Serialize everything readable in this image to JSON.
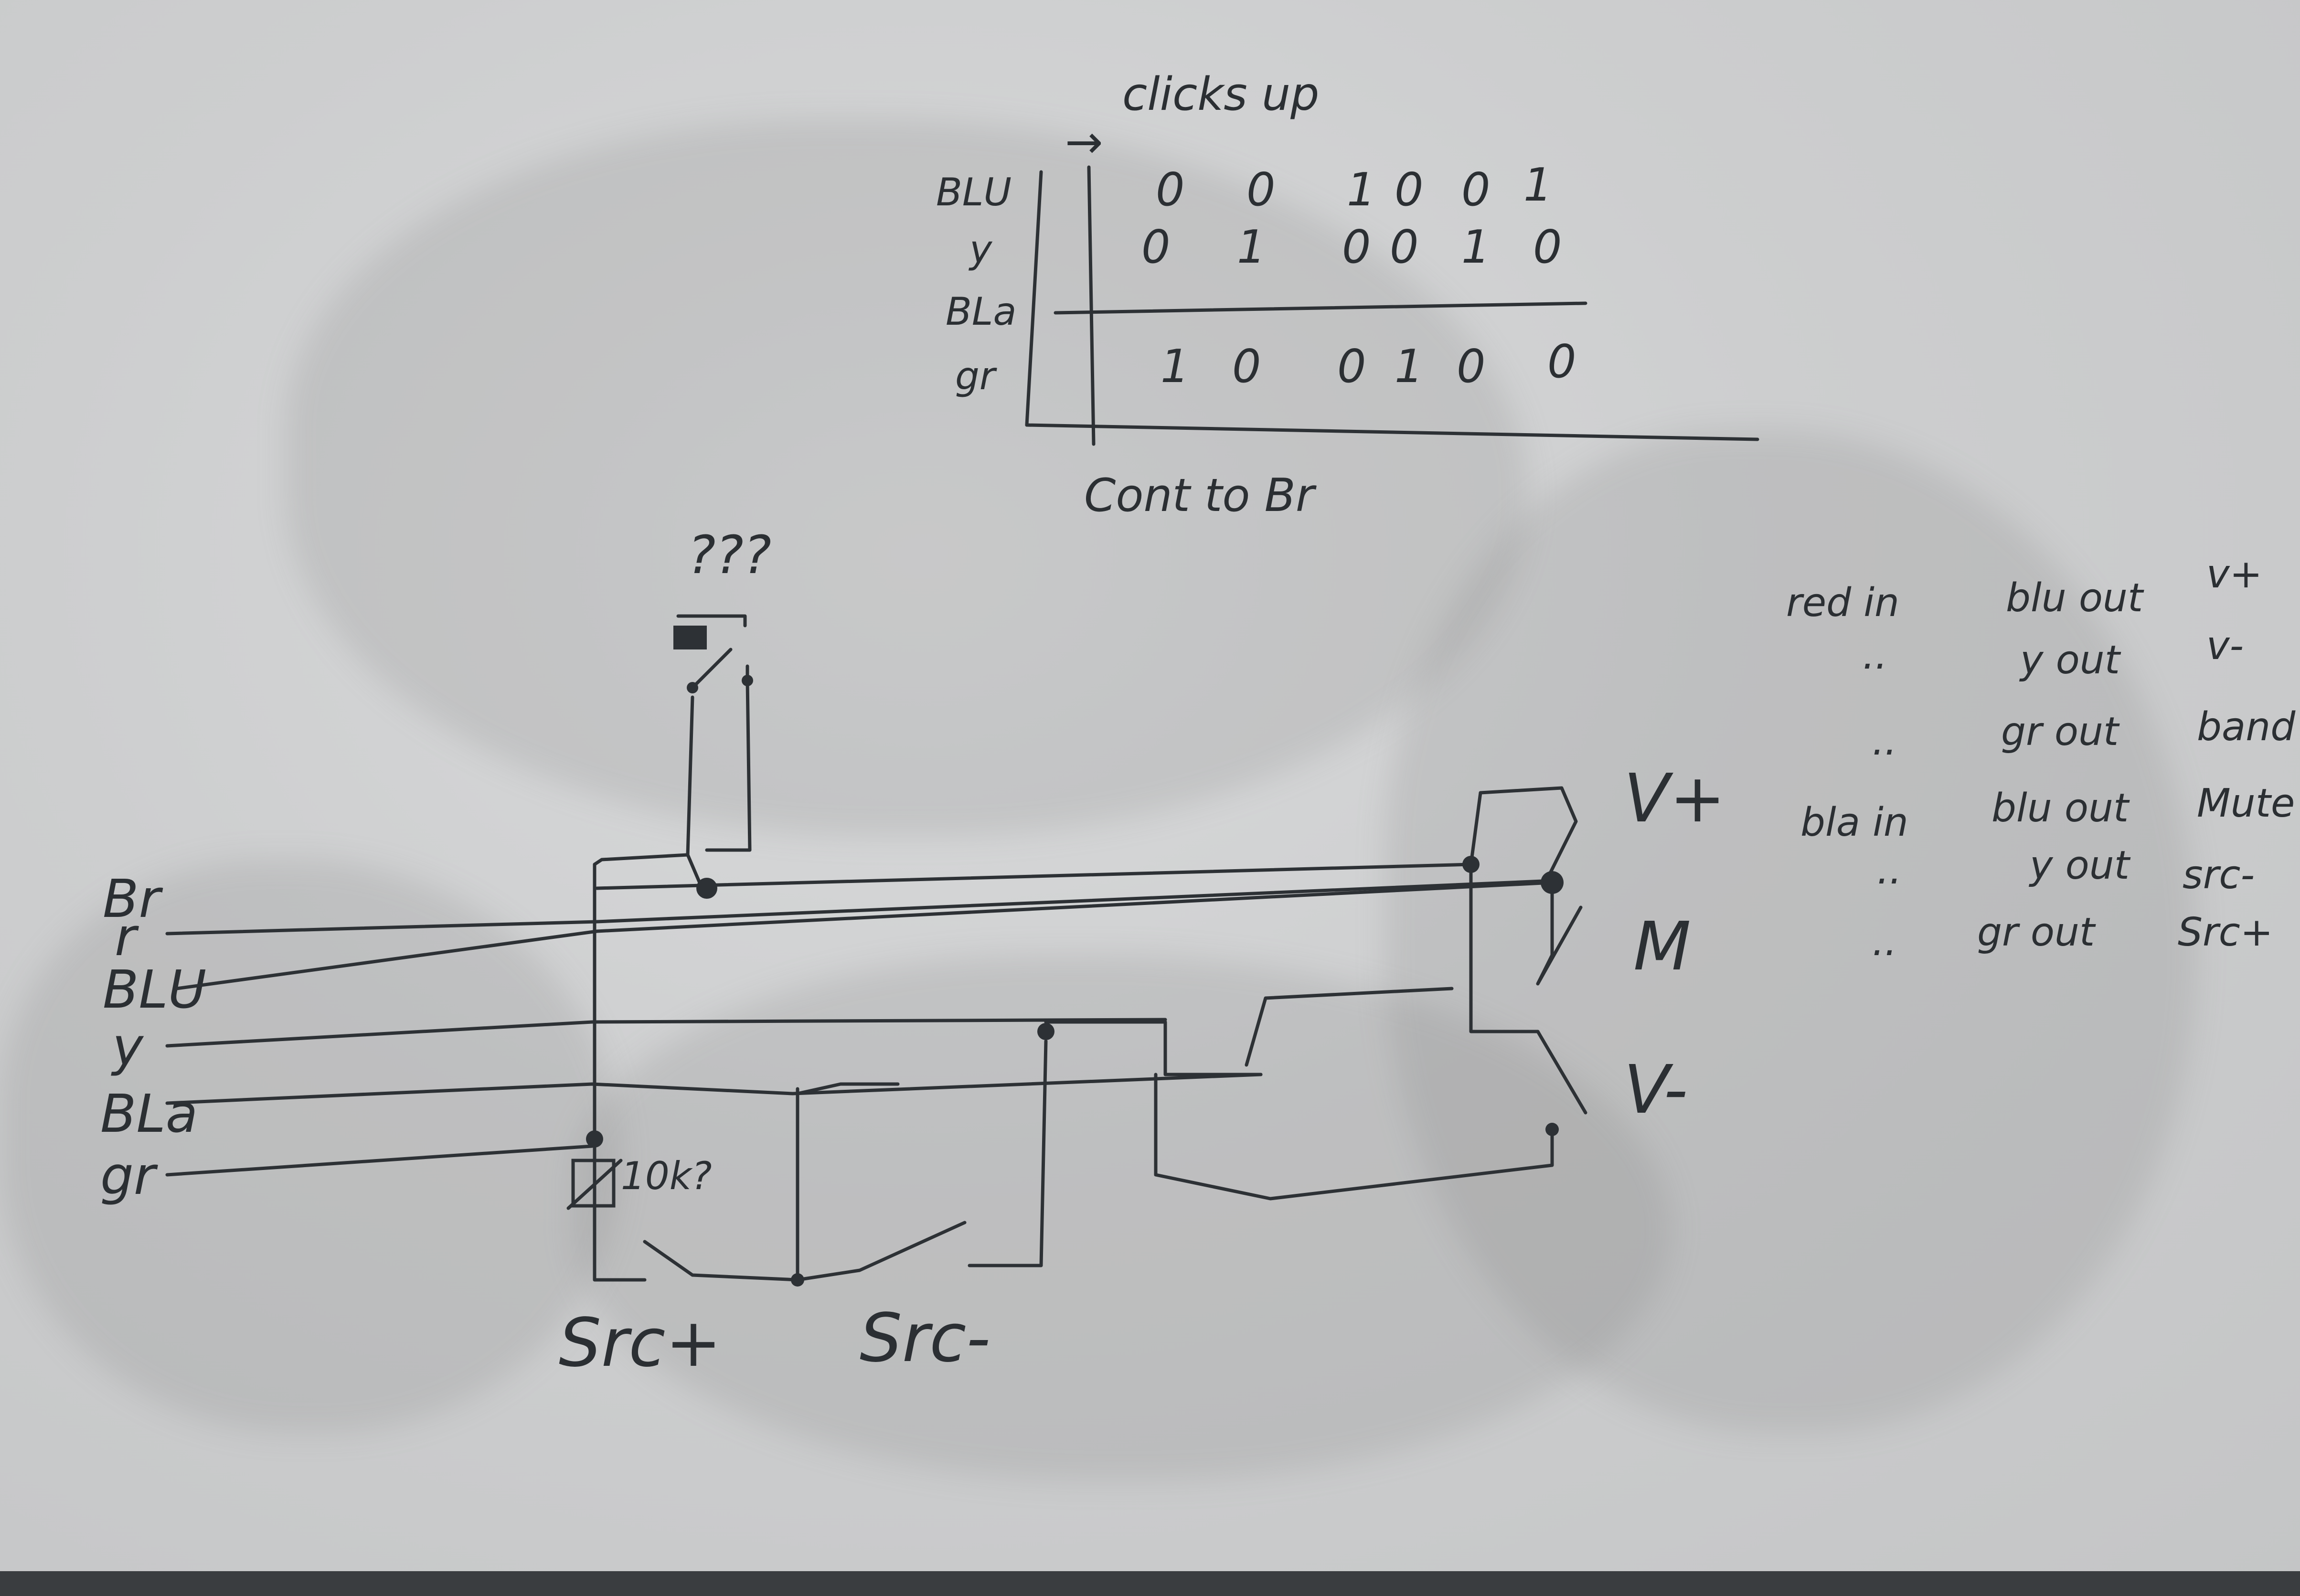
{
  "table": {
    "title": "clicks up",
    "arrow": "→",
    "footer": "Cont to Br",
    "rows": [
      {
        "label": "BLU",
        "values": [
          "0",
          "0",
          "1",
          "0",
          "0",
          "1"
        ]
      },
      {
        "label": "y",
        "values": [
          "0",
          "1",
          "0",
          "0",
          "1",
          "0"
        ]
      },
      {
        "label": "BLa",
        "values": []
      },
      {
        "label": "gr",
        "values": [
          "1",
          "0",
          "0",
          "1",
          "0",
          "0"
        ]
      }
    ]
  },
  "notes": [
    {
      "c1": "red in",
      "c2": "blu out",
      "c3": "v+"
    },
    {
      "c1": "..",
      "c2": "y out",
      "c3": "v-"
    },
    {
      "c1": "..",
      "c2": "gr out",
      "c3": "band"
    },
    {
      "c1": "bla in",
      "c2": "blu out",
      "c3": "Mute"
    },
    {
      "c1": "..",
      "c2": "y out",
      "c3": "src-"
    },
    {
      "c1": "..",
      "c2": "gr out",
      "c3": "Src+"
    }
  ],
  "wires": [
    "Br",
    "r",
    "BLU",
    "y",
    "BLa",
    "gr"
  ],
  "switch_labels": {
    "vplus": "V+",
    "mute": "M",
    "vminus": "V-",
    "srcplus": "Src+",
    "srcminus": "Src-"
  },
  "unknown": "???",
  "resistor": "10k?"
}
